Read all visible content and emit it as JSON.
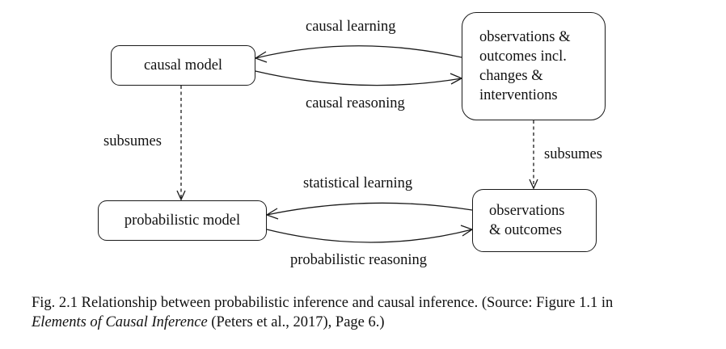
{
  "nodes": {
    "causal_model": "causal model",
    "observations_interventions": [
      "observations &",
      "outcomes incl.",
      "changes &",
      "interventions"
    ],
    "probabilistic_model": "probabilistic model",
    "observations_outcomes": [
      "observations",
      "& outcomes"
    ]
  },
  "edges": {
    "causal_learning": "causal learning",
    "causal_reasoning": "causal reasoning",
    "subsumes_left": "subsumes",
    "subsumes_right": "subsumes",
    "statistical_learning": "statistical learning",
    "probabilistic_reasoning": "probabilistic reasoning"
  },
  "caption": {
    "line1": "Fig. 2.1 Relationship between probabilistic inference and causal inference. (Source: Figure 1.1 in",
    "book_title": "Elements of Causal Inference",
    "line2_rest": " (Peters et al., 2017), Page 6.)"
  }
}
